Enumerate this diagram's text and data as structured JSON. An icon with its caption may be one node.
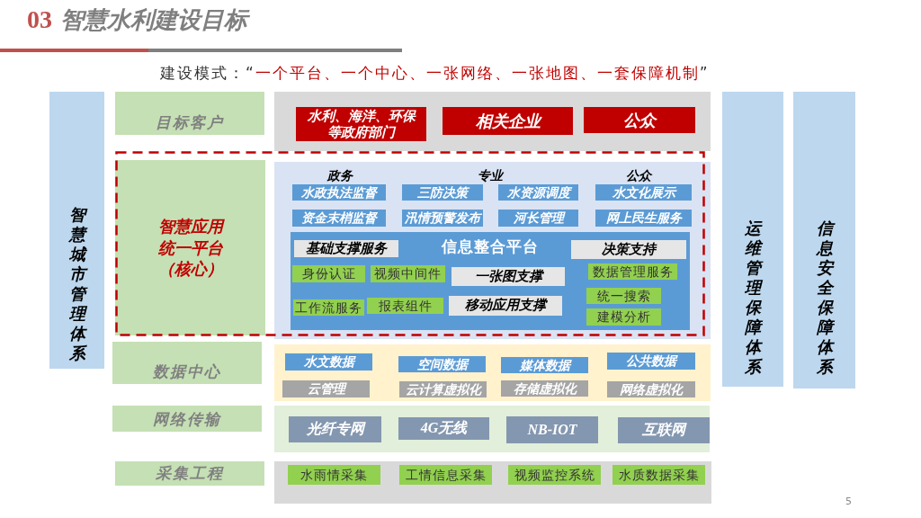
{
  "diagram": {
    "title": "**03** 智慧水利建设目标",
    "nodes": [
      {
        "text": [
          "智慧城市管理体系"
        ]
      },
      {
        "text": [
          "目标客户"
        ]
      },
      {
        "text": [],
        "shape": "box"
      },
      {
        "text": [
          "水利、海洋、环保等政府部门"
        ],
        "in": 2
      },
      {
        "text": [
          "相关企业"
        ],
        "in": 2
      },
      {
        "text": [
          "公众"
        ],
        "in": 2
      },
      {
        "text": [
          "智慧应用统一平台（核心）"
        ]
      },
      {
        "text": [
          "政务",
          "专业",
          "公众"
        ]
      },
      {
        "text": [
          "水政执法监督"
        ],
        "in": 7
      },
      {
        "text": [
          "三防决策"
        ],
        "in": 7
      },
      {
        "text": [
          "水资源调度"
        ],
        "in": 7
      },
      {
        "text": [
          "水文化展示"
        ],
        "in": 7
      },
      {
        "text": [
          "资金末梢监督"
        ],
        "in": 7
      },
      {
        "text": [
          "汛情预警发布"
        ],
        "in": 7
      },
      {
        "text": [
          "河长管理"
        ],
        "in": 7
      },
      {
        "text": [
          "网上民生服务"
        ],
        "in": 7
      },
      {
        "text": [
          "信息整合平台"
        ],
        "in": 7
      },
      {
        "text": [
          "基础支撑服务"
        ],
        "in": 16
      },
      {
        "text": [
          "决策支持"
        ],
        "in": 16
      },
      {
        "text": [
          "身份认证"
        ],
        "in": 16
      },
      {
        "text": [
          "视频中间件"
        ],
        "in": 16
      },
      {
        "text": [
          "一张图支撑"
        ],
        "in": 16
      },
      {
        "text": [
          "数据管理服务"
        ],
        "in": 16
      },
      {
        "text": [
          "统一搜索"
        ],
        "in": 16
      },
      {
        "text": [
          "工作流服务"
        ],
        "in": 16
      },
      {
        "text": [
          "报表组件"
        ],
        "in": 16
      },
      {
        "text": [
          "移动应用支撑"
        ],
        "in": 16
      },
      {
        "text": [
          "建模分析"
        ],
        "in": 16
      },
      {
        "text": [
          "数据中心"
        ]
      },
      {
        "text": [],
        "shape": "box"
      },
      {
        "text": [
          "水文数据"
        ],
        "in": 29
      },
      {
        "text": [
          "空间数据"
        ],
        "in": 29
      },
      {
        "text": [
          "媒体数据"
        ],
        "in": 29
      },
      {
        "text": [
          "公共数据"
        ],
        "in": 29
      },
      {
        "text": [
          "云管理"
        ],
        "in": 29
      },
      {
        "text": [
          "云计算虚拟化"
        ],
        "in": 29
      },
      {
        "text": [
          "存储虚拟化"
        ],
        "in": 29
      },
      {
        "text": [
          "网络虚拟化"
        ],
        "in": 29
      },
      {
        "text": [
          "网络传输"
        ]
      },
      {
        "text": [],
        "shape": "box"
      },
      {
        "text": [
          "光纤专网"
        ],
        "in": 39
      },
      {
        "text": [
          "4G无线"
        ],
        "in": 39
      },
      {
        "text": [
          "NB-IOT"
        ],
        "in": 39
      },
      {
        "text": [
          "互联网"
        ],
        "in": 39
      },
      {
        "text": [
          "采集工程"
        ]
      },
      {
        "text": [],
        "shape": "box"
      },
      {
        "text": [
          "水雨情采集"
        ],
        "in": 45
      },
      {
        "text": [
          "工情信息采集"
        ],
        "in": 45
      },
      {
        "text": [
          "视频监控系统"
        ],
        "in": 45
      },
      {
        "text": [
          "水质数据采集"
        ],
        "in": 45
      },
      {
        "text": [
          "运维管理保障体系"
        ]
      },
      {
        "text": [
          "信息安全保障体系"
        ]
      }
    ],
    "labels": [
      "建设模式：“**一个平台、一个中心、一张网络、一张地图、一套保障机制**”",
      "5"
    ]
  }
}
